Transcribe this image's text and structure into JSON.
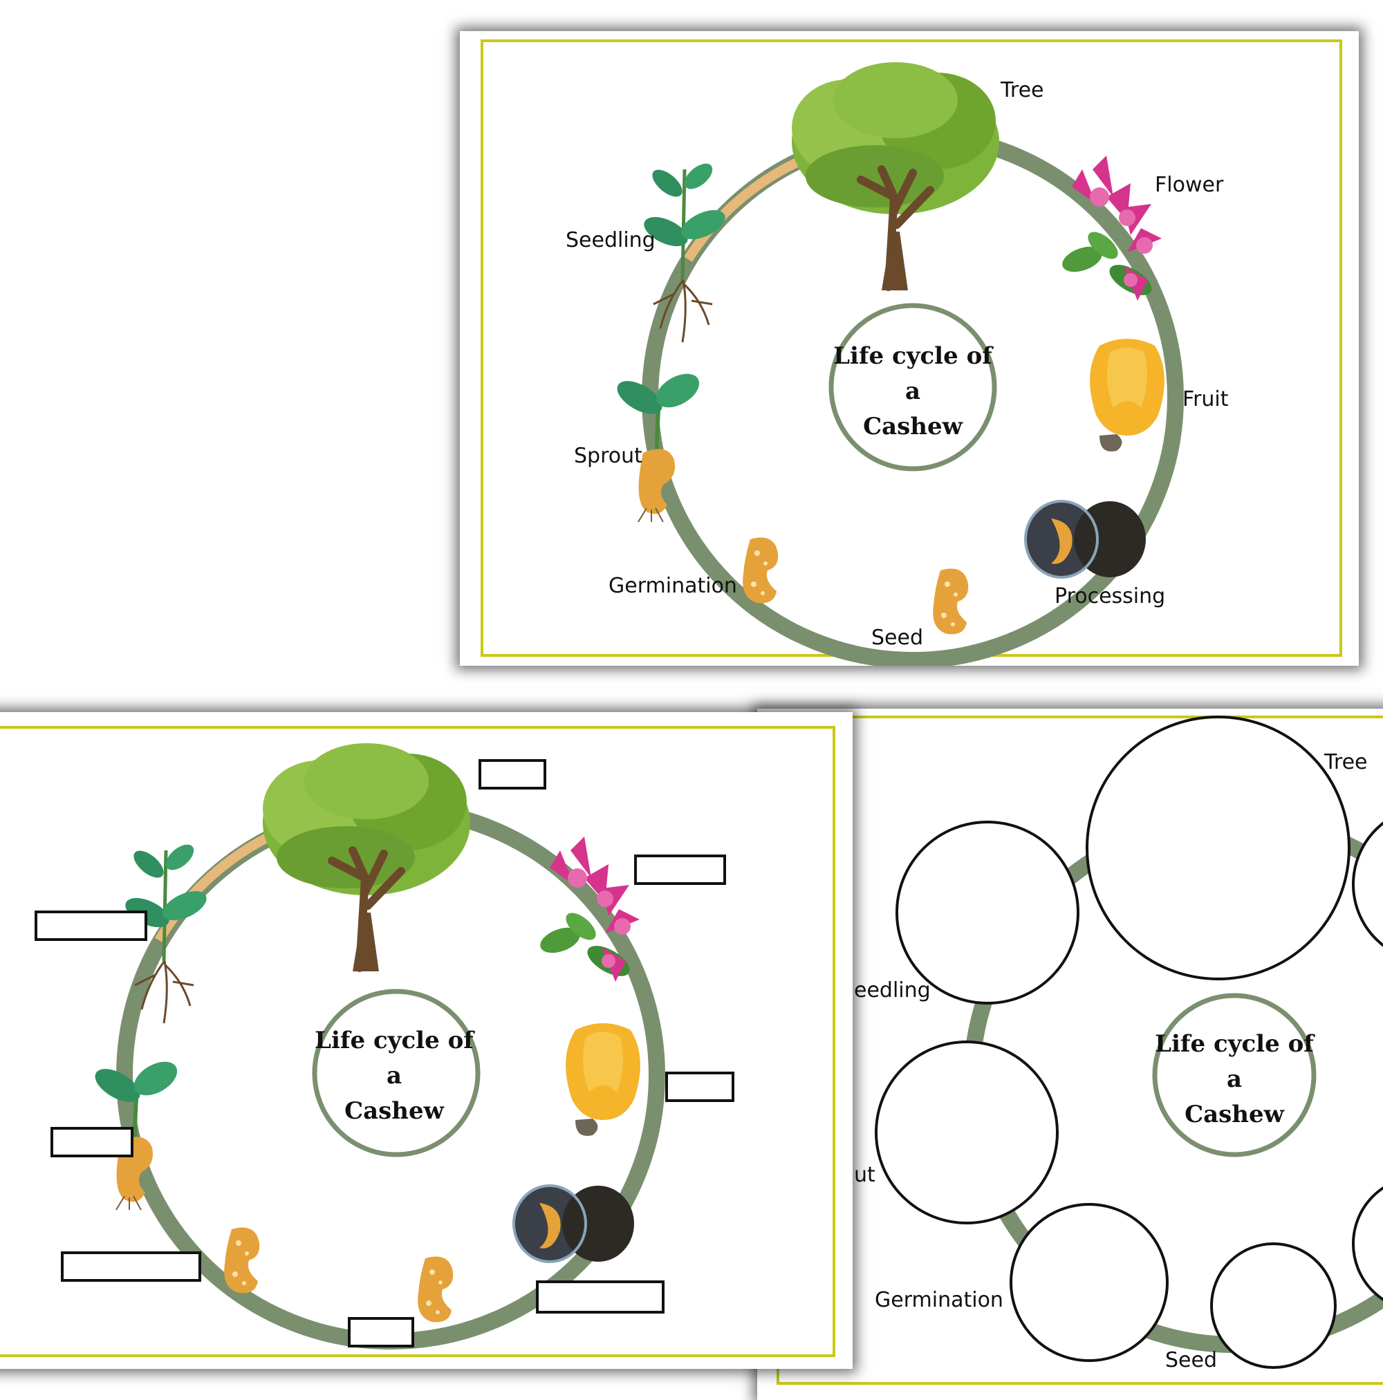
{
  "center_title": {
    "line1": "Life cycle of",
    "line2": "a",
    "line3": "Cashew"
  },
  "stages": {
    "tree": "Tree",
    "flower": "Flower",
    "fruit": "Fruit",
    "processing": "Processing",
    "seed": "Seed",
    "germination": "Germination",
    "sprout": "Sprout",
    "seedling": "Seedling"
  },
  "cropped": {
    "seedling": "eedling",
    "sprout": "ut"
  },
  "colors": {
    "frame": "#c9c91a",
    "ring": "#7a8f6e",
    "ring_warm": "#e6b97a",
    "leaf": "#5f9e3a",
    "flower": "#d6338c",
    "fruit": "#f5b42a",
    "nut": "#e5a23a"
  }
}
